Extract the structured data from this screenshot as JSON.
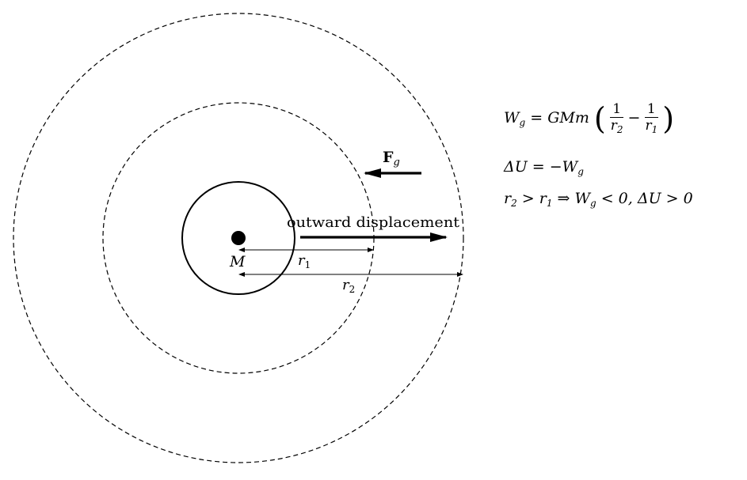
{
  "diagram": {
    "mass_label": "M",
    "r1_label": "r",
    "r1_sub": "1",
    "r2_label": "r",
    "r2_sub": "2",
    "force_label": "F",
    "force_sub": "g",
    "displacement_label": "outward displacement"
  },
  "equations": {
    "work": {
      "lhs": "W",
      "lhs_sub": "g",
      "eq": " = GMm",
      "frac1_num": "1",
      "frac1_den": "r",
      "frac1_den_sub": "2",
      "minus": "−",
      "frac2_num": "1",
      "frac2_den": "r",
      "frac2_den_sub": "1"
    },
    "potential": {
      "lhs": "ΔU = −W",
      "sub": "g"
    },
    "inequality": {
      "a": "r",
      "a_sub": "2",
      "b": " > r",
      "b_sub": "1",
      "c": " ⇒ W",
      "c_sub": "g",
      "d": " < 0,  ΔU > 0"
    }
  }
}
